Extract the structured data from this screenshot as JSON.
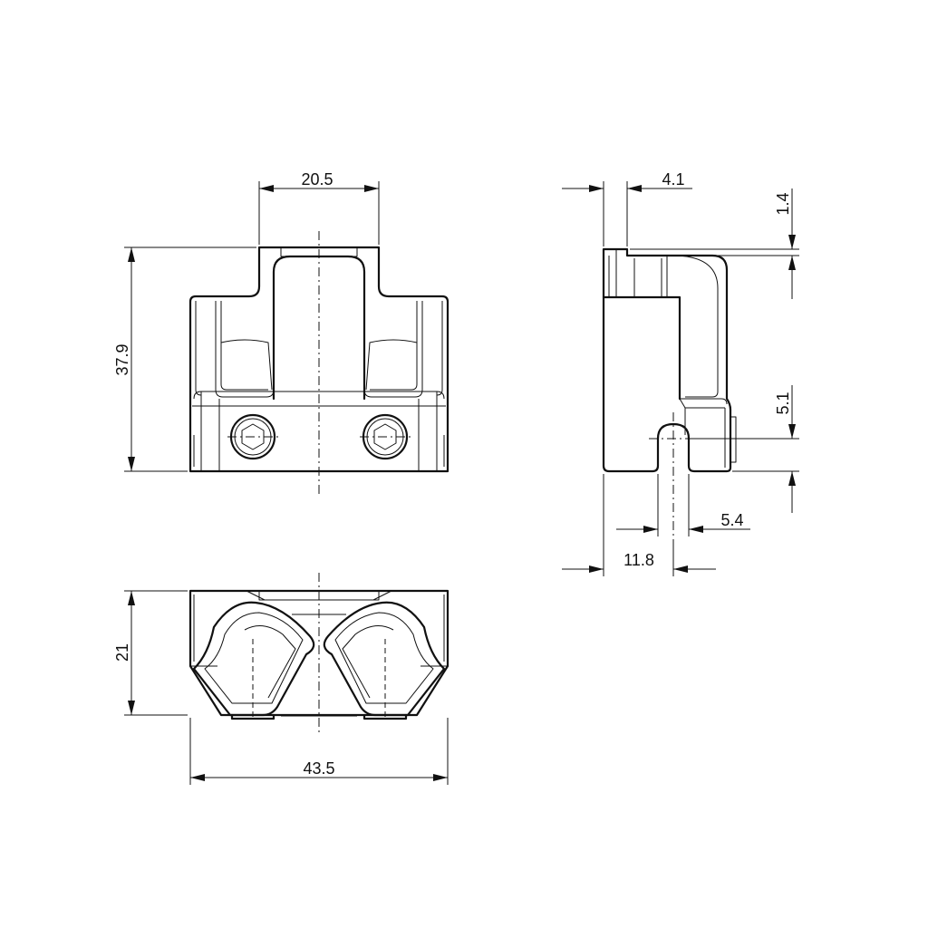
{
  "drawing": {
    "dimensions": {
      "front_top_width": "20.5",
      "front_height": "37.9",
      "bottom_height": "21",
      "bottom_width": "43.5",
      "side_flange": "4.1",
      "side_lip": "1.4",
      "side_slot_height": "5.1",
      "side_slot_width": "5.4",
      "side_depth": "11.8"
    }
  }
}
